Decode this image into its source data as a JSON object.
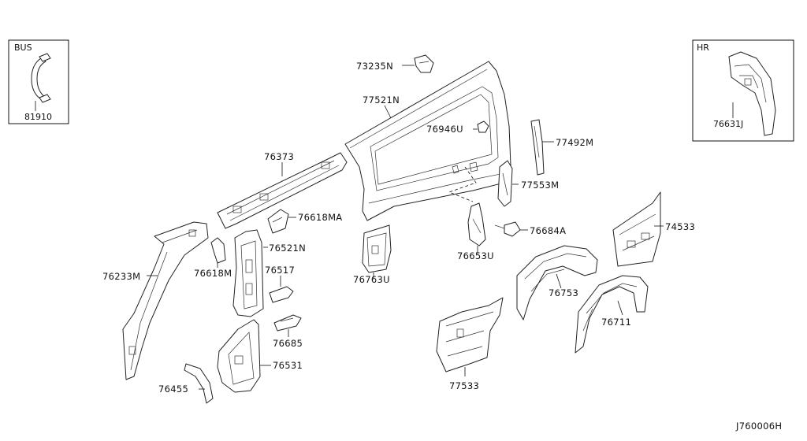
{
  "diagram_code": "J760006H",
  "insets": {
    "bus": {
      "title": "BUS",
      "part": "81910"
    },
    "hr": {
      "title": "HR",
      "part": "76631J"
    }
  },
  "labels": {
    "p73235N": "73235N",
    "p77521N": "77521N",
    "p76946U": "76946U",
    "p77492M": "77492M",
    "p76373": "76373",
    "p77553M": "77553M",
    "p76618MA": "76618MA",
    "p76684A": "76684A",
    "p74533": "74533",
    "p76521N": "76521N",
    "p76233M": "76233M",
    "p76618M": "76618M",
    "p76517": "76517",
    "p76763U": "76763U",
    "p76653U": "76653U",
    "p76753": "76753",
    "p76711": "76711",
    "p76685": "76685",
    "p76531": "76531",
    "p76455": "76455",
    "p77533": "77533"
  }
}
